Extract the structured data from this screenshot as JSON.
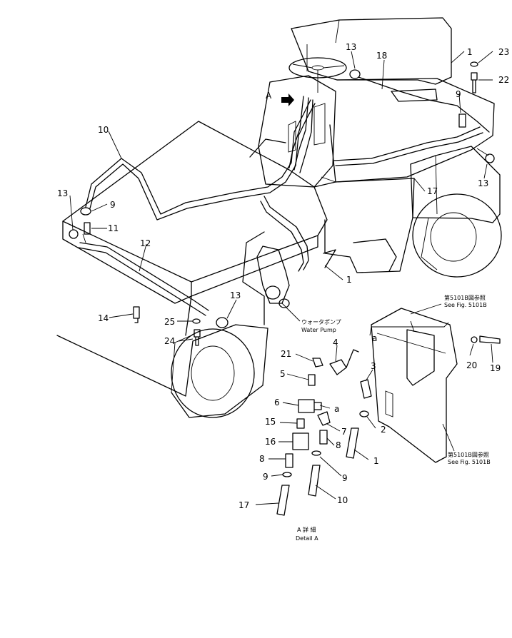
{
  "diagram": {
    "detail_marker": "A",
    "callouts": {
      "n1_top": "1",
      "n1_bot": "1",
      "n2": "2",
      "n3": "3",
      "n4": "4",
      "n5": "5",
      "n6": "6",
      "n7": "7",
      "n8_left": "8",
      "n8_right": "8",
      "n9_top": "9",
      "n9_left": "9",
      "n9_d1": "9",
      "n9_d2": "9",
      "n10_top": "10",
      "n10_bot": "10",
      "n11": "11",
      "n12": "12",
      "n13_top": "13",
      "n13_left": "13",
      "n13_right": "13",
      "n13_mid": "13",
      "n14": "14",
      "n15": "15",
      "n16": "16",
      "n17_top": "17",
      "n17_bot": "17",
      "n18": "18",
      "n19": "19",
      "n20": "20",
      "n21": "21",
      "n22": "22",
      "n23": "23",
      "n24": "24",
      "n25": "25",
      "a_top": "a",
      "a_mid": "a"
    },
    "water_pump_jp": "ウォータポンプ",
    "water_pump_en": "Water Pump",
    "see_fig_top_jp": "第5101B図参照",
    "see_fig_top_en": "See Fig. 5101B",
    "see_fig_bot_jp": "第5101B図参照",
    "see_fig_bot_en": "See Fig. 5101B",
    "detail_jp": "A 詳 細",
    "detail_en": "Detail A"
  }
}
